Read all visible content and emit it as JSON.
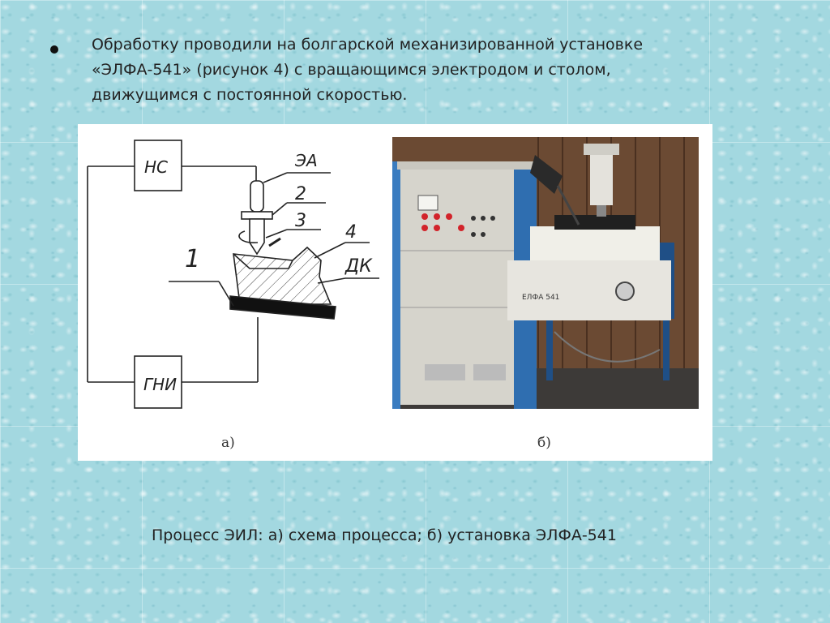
{
  "slide": {
    "intro_lines": [
      "Обработку проводили на болгарской механизированной установке",
      "«ЭЛФА-541» (рисунок 4) с вращающимся электродом и столом,",
      "движущимся с постоянной скоростью."
    ],
    "caption": "Процесс ЭИЛ: а) схема процесса; б) установка ЭЛФА-541"
  },
  "figure": {
    "schematic_labels": {
      "ns": "НС",
      "gni": "ГНИ",
      "ea": "ЭА",
      "n1": "1",
      "n2": "2",
      "n3": "3",
      "n4": "4",
      "dk": "ДК"
    },
    "panel_a": "а)",
    "panel_b": "б)",
    "photo_device_label": "ЕЛФА 541"
  },
  "colors": {
    "background": "#a3d8e0",
    "text": "#222222",
    "figure_bg": "#ffffff"
  }
}
